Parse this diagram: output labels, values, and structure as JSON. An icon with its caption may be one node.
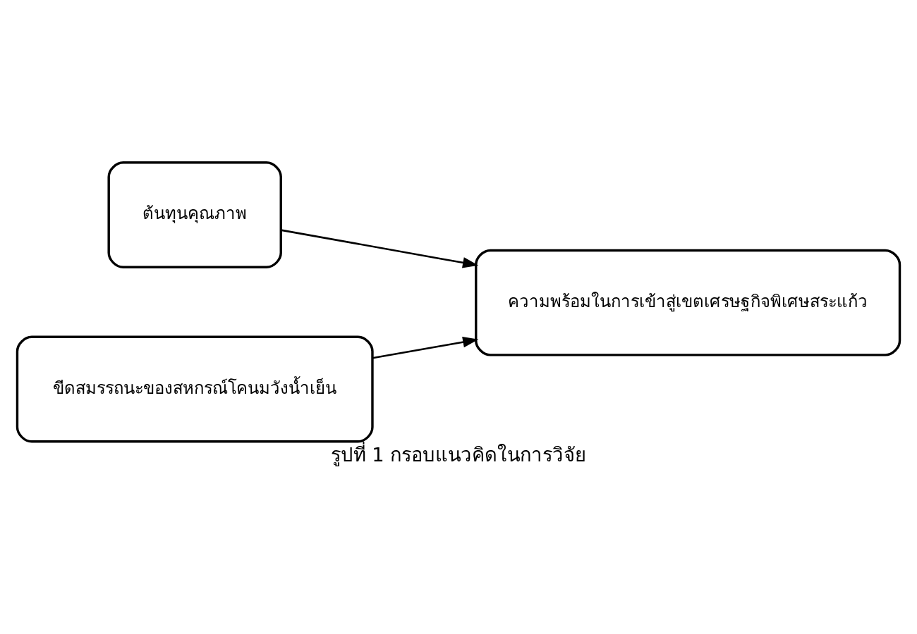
{
  "diagram": {
    "caption": "รูปที่ 1 กรอบแนวคิดในการวิจัย",
    "nodes": [
      {
        "text": [
          "ต้นทุนคุณภาพ"
        ]
      },
      {
        "text": [
          "ขีดสมรรถนะของสหกรณ์โคนมวังน้ำเย็น"
        ]
      },
      {
        "text": [
          "ความพร้อมในการเข้าสู่เขตเศรษฐกิจพิเศษสระแก้ว"
        ]
      }
    ],
    "edges": [
      {
        "from": 0,
        "to": 2,
        "arrow": "to"
      },
      {
        "from": 1,
        "to": 2,
        "arrow": "to"
      }
    ]
  }
}
